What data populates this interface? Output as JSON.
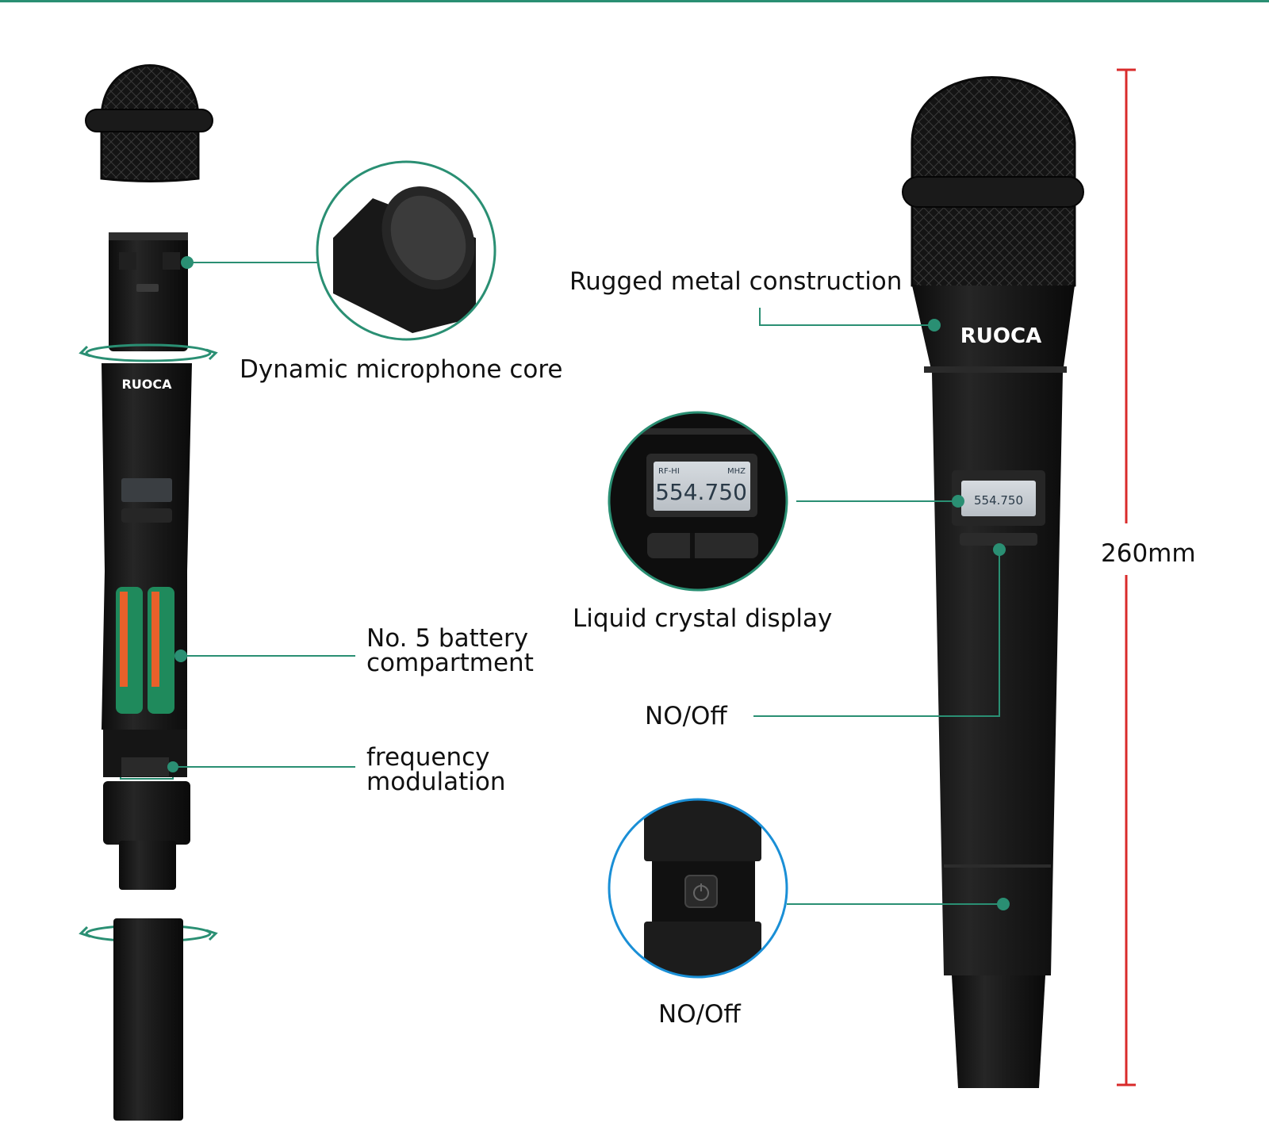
{
  "brand": "RUOCA",
  "lcd": {
    "top_left": "RF-HI",
    "top_right": "MHZ",
    "frequency": "554.750"
  },
  "labels": {
    "dynamic_core": "Dynamic microphone core",
    "rugged_metal": "Rugged metal construction",
    "lcd_label": "Liquid crystal display",
    "battery_line1": "No. 5 battery",
    "battery_line2": "compartment",
    "freq_line1": "frequency",
    "freq_line2": "modulation",
    "switch_label": "NO/Off",
    "switch_zoom_label": "NO/Off",
    "dimension": "260mm"
  },
  "colors": {
    "accent": "#2a8f73",
    "switch_ring": "#1a8fd6",
    "dimension_line": "#d92b2b",
    "body": "#141414",
    "grille": "#1b1b1b",
    "lcd_screen": "#c9ced3"
  }
}
